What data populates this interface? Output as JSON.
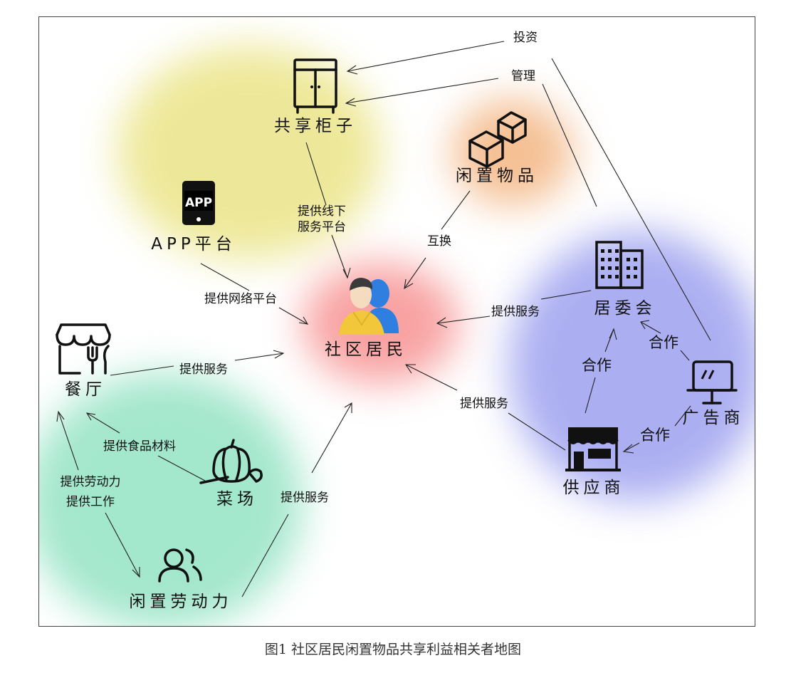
{
  "nodes": {
    "cabinet": "共享柜子",
    "idle_items": "闲置物品",
    "app": "APP平台",
    "residents": "社区居民",
    "committee": "居委会",
    "restaurant": "餐厅",
    "advertiser": "广告商",
    "market": "菜场",
    "supplier": "供应商",
    "idle_labor": "闲置劳动力"
  },
  "app_icon_text": "APP",
  "relations": {
    "invest": "投资",
    "manage": "管理",
    "offline_service_1": "提供线下",
    "offline_service_2": "服务平台",
    "exchange": "互换",
    "network_platform": "提供网络平台",
    "service_committee": "提供服务",
    "service_restaurant": "提供服务",
    "food_materials": "提供食品材料",
    "labor_1": "提供劳动力",
    "labor_2": "提供工作",
    "service_labor": "提供服务",
    "service_supplier": "提供服务",
    "coop_supplier_committee": "合作",
    "coop_ad_committee": "合作",
    "coop_ad_supplier": "合作"
  },
  "caption": "图1 社区居民闲置物品共享利益相关者地图",
  "colors": {
    "glow_yellow": "#e6e08a",
    "glow_orange": "#f2b27e",
    "glow_red": "#f36a6a",
    "glow_blue": "#8e93e8",
    "glow_green": "#8fe0bf",
    "person_front_shirt": "#f2c83a",
    "person_back": "#2f7fe0",
    "person_face": "#f5dcc0"
  }
}
